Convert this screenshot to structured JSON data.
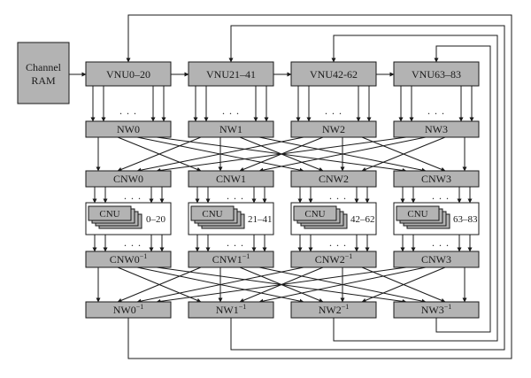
{
  "channel_ram": {
    "line1": "Channel",
    "line2": "RAM"
  },
  "vnu_row": [
    "VNU0–20",
    "VNU21–41",
    "VNU42-62",
    "VNU63–83"
  ],
  "nw_row": [
    "NW0",
    "NW1",
    "NW2",
    "NW3"
  ],
  "cnw_row": [
    "CNW0",
    "CNW1",
    "CNW2",
    "CNW3"
  ],
  "cnu_groups": [
    {
      "label": "CNU",
      "range": "0–20"
    },
    {
      "label": "CNU",
      "range": "21–41"
    },
    {
      "label": "CNU",
      "range": "42–62"
    },
    {
      "label": "CNU",
      "range": "63–83"
    }
  ],
  "cnw_inv_row": [
    {
      "base": "CNW0",
      "sup": "−1"
    },
    {
      "base": "CNW1",
      "sup": "−1"
    },
    {
      "base": "CNW2",
      "sup": "−1"
    },
    {
      "base": "CNW3",
      "sup": ""
    }
  ],
  "nw_inv_row": [
    {
      "base": "NW0",
      "sup": "−1"
    },
    {
      "base": "NW1",
      "sup": "−1"
    },
    {
      "base": "NW2",
      "sup": "−1"
    },
    {
      "base": "NW3",
      "sup": "−1"
    }
  ],
  "ellipsis": ". . ."
}
